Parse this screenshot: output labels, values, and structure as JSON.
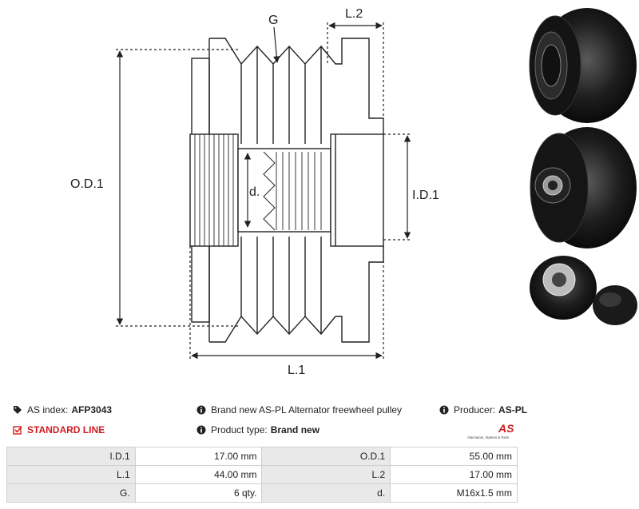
{
  "drawing": {
    "labels": {
      "od": "O.D.1",
      "id": "I.D.1",
      "l1": "L.1",
      "l2": "L.2",
      "g": "G",
      "d": "d."
    }
  },
  "info": {
    "as_index_label": "AS index:",
    "as_index_value": "AFP3043",
    "standard_line": "STANDARD LINE",
    "description": "Brand new AS-PL Alternator freewheel pulley",
    "product_type_label": "Product type:",
    "product_type_value": "Brand new",
    "producer_label": "Producer:",
    "producer_value": "AS-PL"
  },
  "logo": {
    "mark": "AS",
    "tagline": "Alternators, Starters & Parts"
  },
  "specs": [
    [
      "I.D.1",
      "17.00 mm",
      "O.D.1",
      "55.00 mm"
    ],
    [
      "L.1",
      "44.00 mm",
      "L.2",
      "17.00 mm"
    ],
    [
      "G.",
      "6 qty.",
      "d.",
      "M16x1.5 mm"
    ]
  ],
  "colors": {
    "accent_red": "#d01c1f",
    "line": "#222222",
    "table_header_bg": "#e9e9e9"
  }
}
